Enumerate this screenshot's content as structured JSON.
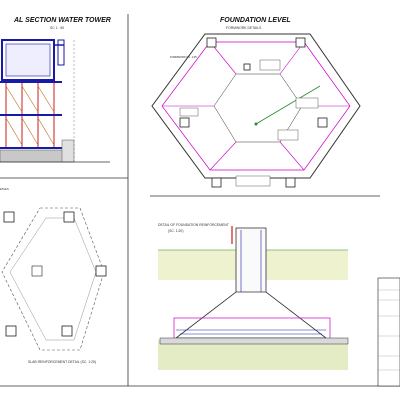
{
  "panels": {
    "section": {
      "title": "AL SECTION WATER TOWER",
      "subtitle": "SC 1 : 50"
    },
    "foundation": {
      "title": "FOUNDATION LEVEL",
      "subtitle": "FORMWORK DETAILS",
      "note": "FORMWORK DC. 1:25"
    },
    "slab": {
      "caption": "SLAB REINFORCEMENT DETAIL (SC. 1:25)"
    },
    "detail": {
      "title": "DETAIL OF FOUNDATION REINFORCEMENT",
      "subtitle": "(SC. 1:20)"
    }
  },
  "colors": {
    "magenta": "#c800c8",
    "blue": "#1a1aa8",
    "green": "#2a8a2a",
    "red": "#c81e1e",
    "brown": "#8a4a1a"
  }
}
